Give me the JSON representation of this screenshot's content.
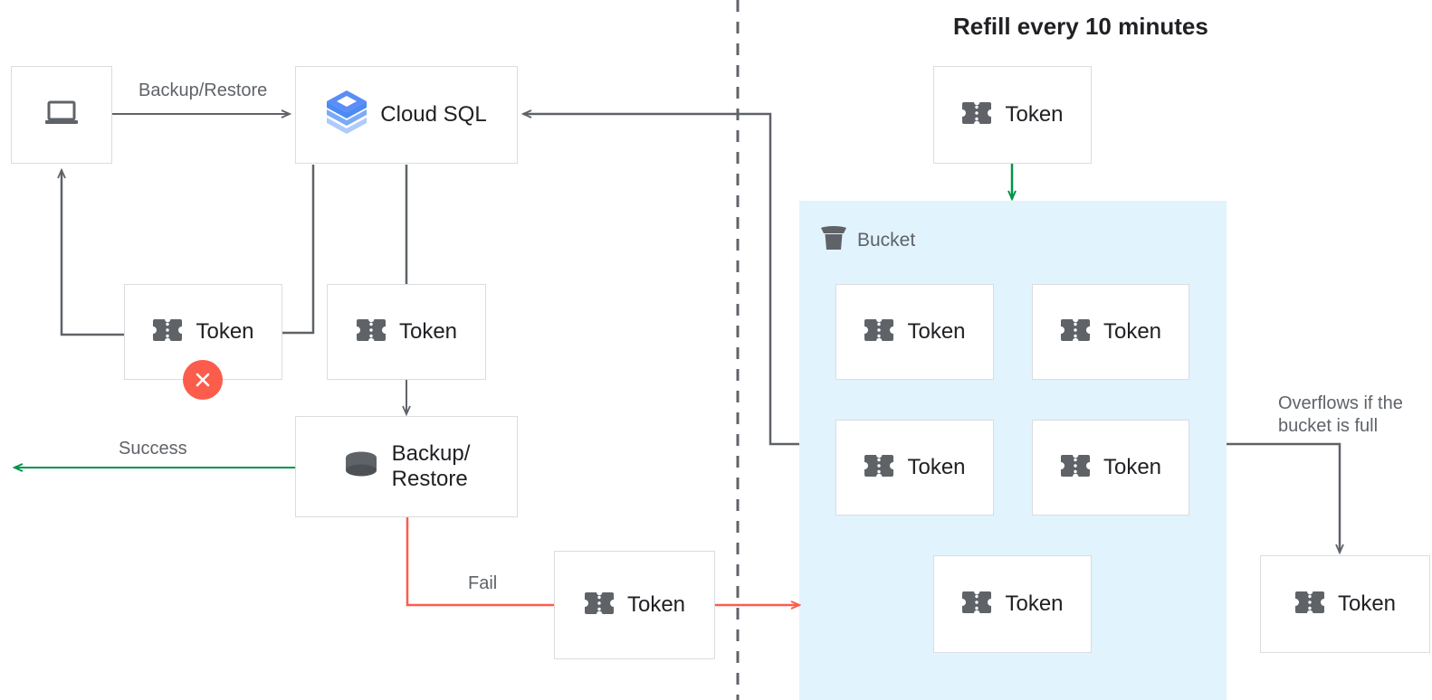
{
  "title": "Refill every 10 minutes",
  "colors": {
    "bucket_bg": "#e1f3fd",
    "box_border": "#dadce0",
    "arrow_gray": "#5f6368",
    "arrow_green": "#009548",
    "arrow_red": "#fc5c4c",
    "error_badge": "#fc5c4c",
    "token_icon": "#5f6368",
    "text_primary": "#202124",
    "text_secondary": "#5f6368",
    "cloudsql_blue_dark": "#4285f4",
    "cloudsql_blue_mid": "#7baaf7",
    "cloudsql_blue_light": "#aecbfa"
  },
  "nodes": {
    "client": {
      "label": "",
      "icon": "laptop-icon"
    },
    "cloud_sql": {
      "label": "Cloud SQL",
      "icon": "cloud-sql-icon"
    },
    "token_failed": {
      "label": "Token",
      "icon": "token-icon",
      "badge": "error-x-icon"
    },
    "token_consumed": {
      "label": "Token",
      "icon": "token-icon"
    },
    "backup_restore": {
      "label": "Backup/\nRestore",
      "icon": "database-icon"
    },
    "token_fail_return": {
      "label": "Token",
      "icon": "token-icon"
    },
    "token_refill": {
      "label": "Token",
      "icon": "token-icon"
    },
    "token_overflow": {
      "label": "Token",
      "icon": "token-icon"
    }
  },
  "bucket": {
    "label": "Bucket",
    "icon": "bucket-icon",
    "tokens": [
      {
        "label": "Token",
        "icon": "token-icon"
      },
      {
        "label": "Token",
        "icon": "token-icon"
      },
      {
        "label": "Token",
        "icon": "token-icon"
      },
      {
        "label": "Token",
        "icon": "token-icon"
      },
      {
        "label": "Token",
        "icon": "token-icon"
      }
    ]
  },
  "edges": {
    "backup_restore_label": "Backup/Restore",
    "success_label": "Success",
    "fail_label": "Fail",
    "overflow_label": "Overflows if the\nbucket is full"
  }
}
